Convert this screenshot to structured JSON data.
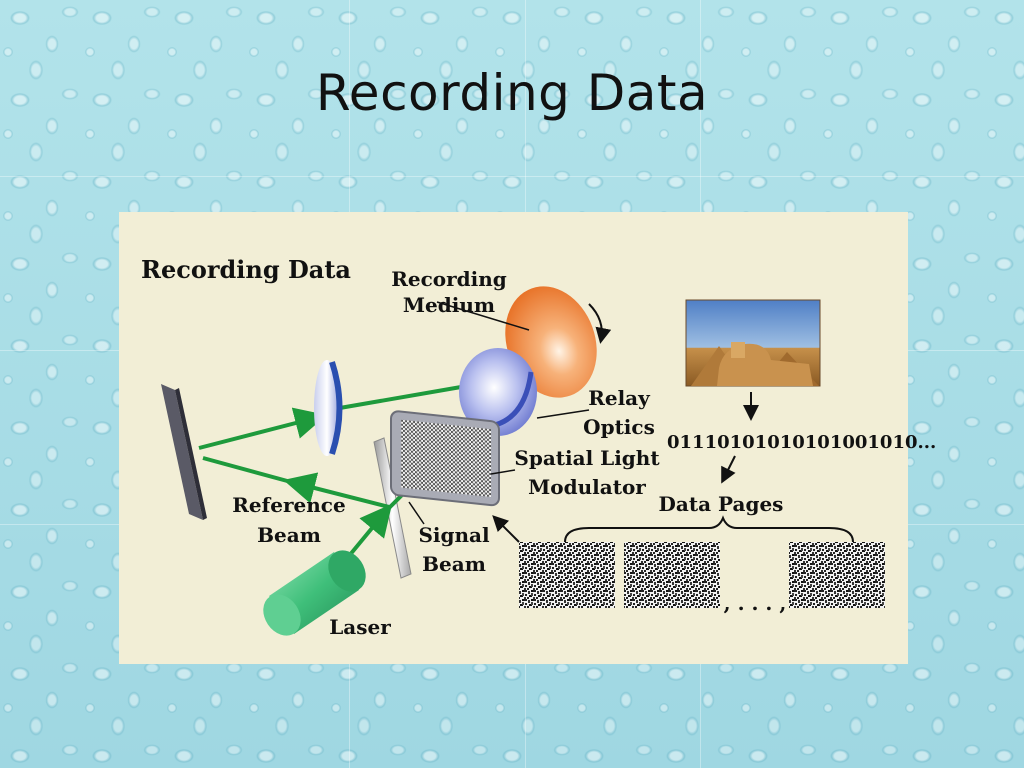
{
  "slide": {
    "title": "Recording Data"
  },
  "diagram": {
    "heading": "Recording Data",
    "labels": {
      "recording_medium": [
        "Recording",
        "Medium"
      ],
      "relay_optics": [
        "Relay",
        "Optics"
      ],
      "slm": [
        "Spatial Light",
        "Modulator"
      ],
      "reference_beam": [
        "Reference",
        "Beam"
      ],
      "signal_beam": [
        "Signal",
        "Beam"
      ],
      "laser": "Laser",
      "binary": "01110101010101001010...",
      "data_pages": "Data Pages",
      "ellipsis": ", . . . ,"
    },
    "colors": {
      "beam": "#1e9a3c",
      "medium": "#f08a3c",
      "lens": "#5a6fd0",
      "laser": "#3fbf7a"
    }
  }
}
